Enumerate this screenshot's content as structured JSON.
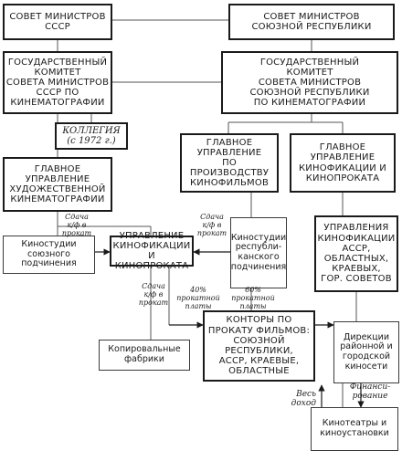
{
  "boxes": {
    "sovmin_ussr": "СОВЕТ МИНИСТРОВ\nСССР",
    "sovmin_rep": "СОВЕТ МИНИСТРОВ\nСОЮЗНОЙ РЕСПУБЛИКИ",
    "goskino_ussr": "ГОСУДАРСТВЕННЫЙ\nКОМИТЕТ\nСОВЕТА МИНИСТРОВ\nСССР ПО\nКИНЕМАТОГРАФИИ",
    "goskino_rep": "ГОСУДАРСТВЕННЫЙ\nКОМИТЕТ\nСОВЕТА МИНИСТРОВ\nСОЮЗНОЙ РЕСПУБЛИКИ\nПО КИНЕМАТОГРАФИИ",
    "kollegia": "КОЛЛЕГИЯ\n(с 1972 г.)",
    "gu_proizvodstvo": "ГЛАВНОЕ\nУПРАВЛЕНИЕ\nПО ПРОИЗВОДСТВУ\nКИНОФИЛЬМОВ",
    "gu_kinofikacii": "ГЛАВНОЕ\nУПРАВЛЕНИЕ\nКИНОФИКАЦИИ И\nКИНОПРОКАТА",
    "gu_hudozh": "ГЛАВНОЕ\nУПРАВЛЕНИЕ\nХУДОЖЕСТВЕННОЙ\nКИНЕМАТОГРАФИИ",
    "kinostudii_soyuz": "Киностудии\nсоюзного\nподчинения",
    "upr_kinofikacii": "УПРАВЛЕНИЕ\nКИНОФИКАЦИИ\nИ КИНОПРОКАТА",
    "kinostudii_rep": "Киностудии\nреспубли-\nканского\nподчинения",
    "upr_assr": "УПРАВЛЕНИЯ\nКИНОФИКАЦИИ\nАССР, ОБЛАСТНЫХ,\nКРАЕВЫХ,\nГОР. СОВЕТОВ",
    "kopir": "Копировальные\nфабрики",
    "kontory": "КОНТОРЫ ПО\nПРОКАТУ ФИЛЬМОВ:\nСОЮЗНОЙ РЕСПУБЛИКИ,\nАССР, КРАЕВЫЕ,\nОБЛАСТНЫЕ",
    "direkcii": "Дирекции\nрайонной и\nгородской\nкиносети",
    "kinoteatry": "Кинотеатры и\nкиноустановки"
  },
  "notes": {
    "sdacha_1": "Сдача\nк/ф в\nпрокат",
    "sdacha_2": "Сдача\nк/ф в\nпрокат",
    "sdacha_3": "Сдача\nк/ф в\nпрокат",
    "plata_40": "40%\nпрокатной\nплаты",
    "plata_60": "60%\nпрокатной\nплаты",
    "ves_dohod": "Весь\nдоход",
    "finansirovanie": "Финанси-\nрование"
  }
}
